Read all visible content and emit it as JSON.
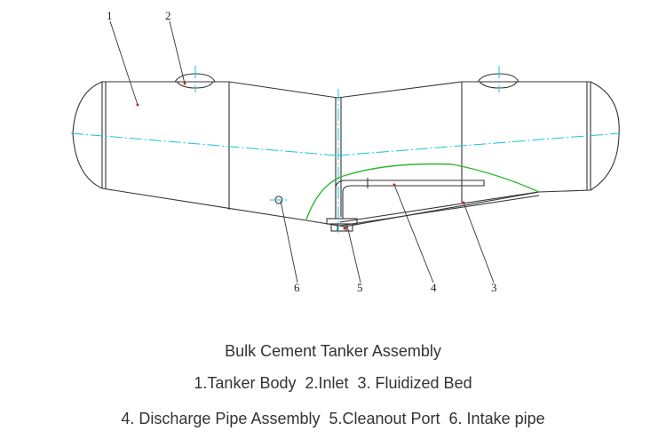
{
  "callouts": [
    "1",
    "2",
    "3",
    "4",
    "5",
    "6"
  ],
  "caption": {
    "title": "Bulk Cement Tanker Assembly",
    "line1": "1.Tanker Body  2.Inlet  3. Fluidized Bed",
    "line2": "4. Discharge Pipe Assembly  5.Cleanout Port  6. Intake pipe"
  },
  "colors": {
    "outline": "#333333",
    "centerline": "#19c3d6",
    "fluidized_bed": "#2fb52f",
    "marker": "#d22020"
  }
}
